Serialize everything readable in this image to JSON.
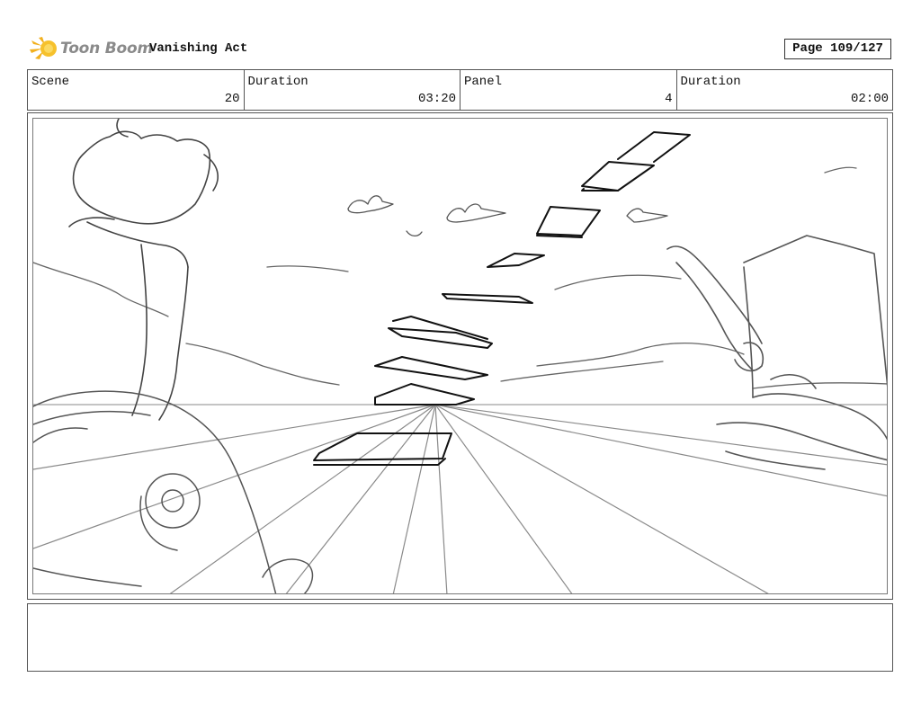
{
  "header": {
    "logo_text": "Toon Boom",
    "project_title": "Vanishing Act",
    "page_label": "Page 109/127"
  },
  "info": [
    {
      "label": "Scene",
      "value": "20"
    },
    {
      "label": "Duration",
      "value": "03:20"
    },
    {
      "label": "Panel",
      "value": "4"
    },
    {
      "label": "Duration",
      "value": "02:00"
    }
  ],
  "notes": ""
}
